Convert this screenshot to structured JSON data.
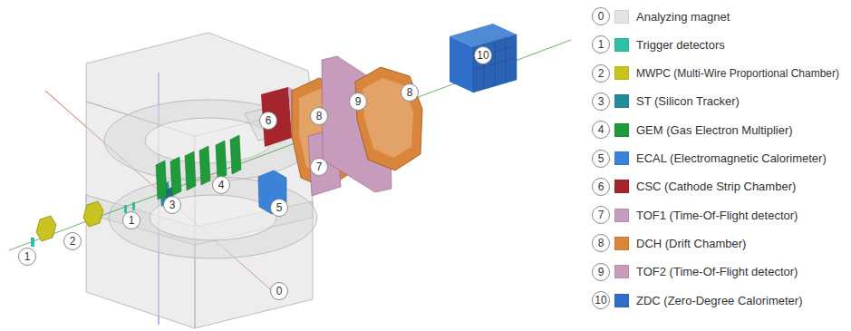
{
  "diagram": {
    "labels": [
      "1",
      "2",
      "1",
      "3",
      "4",
      "5",
      "6",
      "8",
      "7",
      "9",
      "8",
      "10",
      "0",
      "0",
      "1",
      "2",
      "3",
      "4",
      "5",
      "6",
      "7",
      "8",
      "9",
      "10"
    ],
    "legend": [
      {
        "text": "Analyzing magnet",
        "color": "#e4e4e4"
      },
      {
        "text": "Trigger detectors",
        "color": "#2fbfa5"
      },
      {
        "text": "MWPC (Multi-Wire Proportional Chamber)",
        "color": "#c9c31f"
      },
      {
        "text": "ST (Silicon Tracker)",
        "color": "#238c9c"
      },
      {
        "text": "GEM (Gas Electron Multiplier)",
        "color": "#1f9b3b"
      },
      {
        "text": "ECAL (Electromagnetic Calorimeter)",
        "color": "#3b82d9"
      },
      {
        "text": "CSC (Cathode Strip Chamber)",
        "color": "#a4252b"
      },
      {
        "text": "TOF1 (Time-Of-Flight detector)",
        "color": "#c79bbb"
      },
      {
        "text": "DCH (Drift Chamber)",
        "color": "#d9853b"
      },
      {
        "text": "TOF2 (Time-Of-Flight detector)",
        "color": "#c79bbb"
      },
      {
        "text": "ZDC (Zero-Degree Calorimeter)",
        "color": "#2f6fc9"
      }
    ]
  }
}
